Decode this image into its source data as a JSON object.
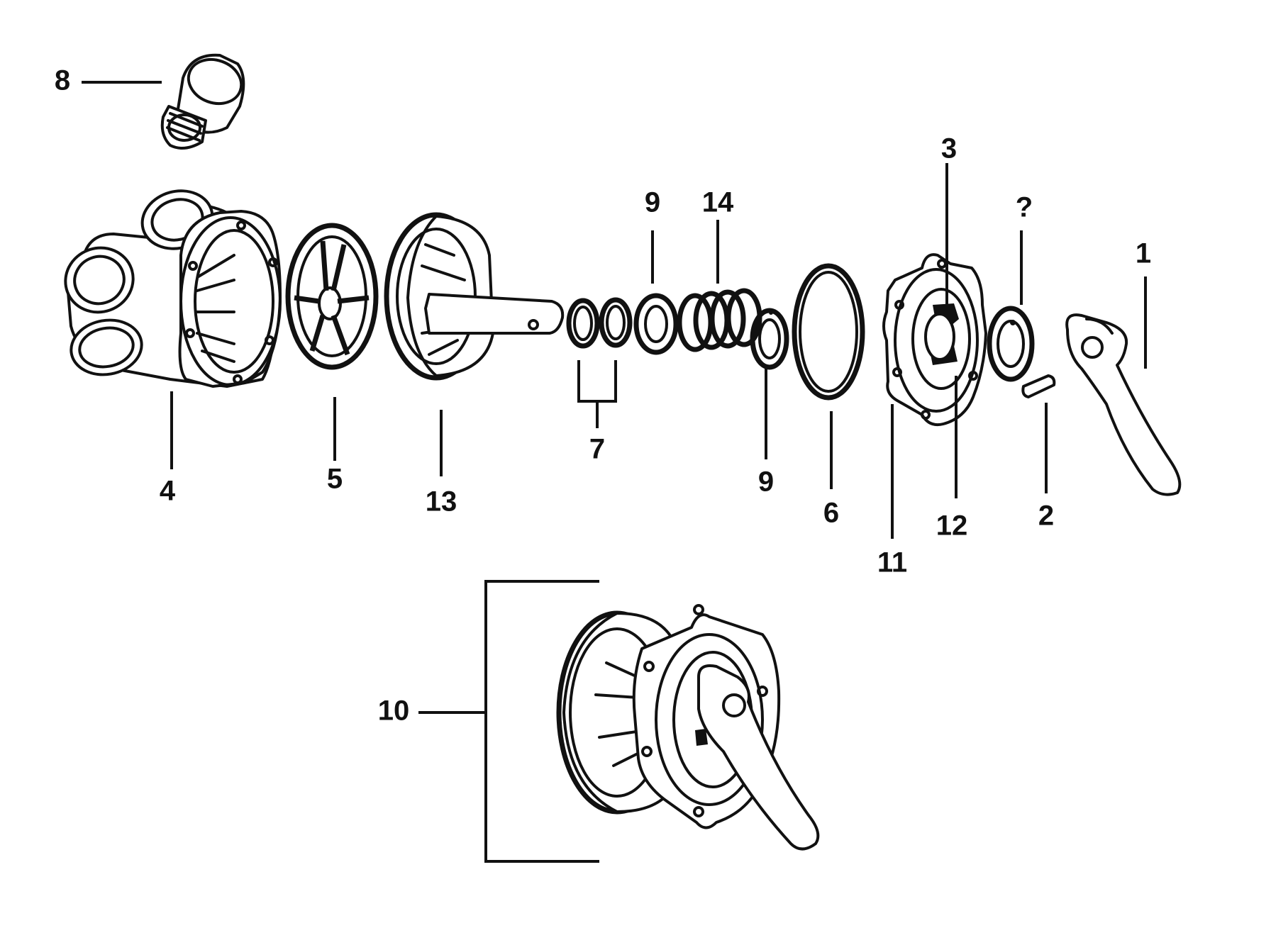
{
  "colors": {
    "ink": "#111111",
    "background": "#ffffff"
  },
  "callouts": {
    "item_1": "1",
    "item_2": "2",
    "item_3": "3",
    "item_4": "4",
    "item_5": "5",
    "item_6": "6",
    "item_7": "7",
    "item_8": "8",
    "item_9_top": "9",
    "item_9_bottom": "9",
    "item_10": "10",
    "item_11": "11",
    "item_12": "12",
    "item_13": "13",
    "item_14": "14",
    "item_unknown": "?"
  }
}
